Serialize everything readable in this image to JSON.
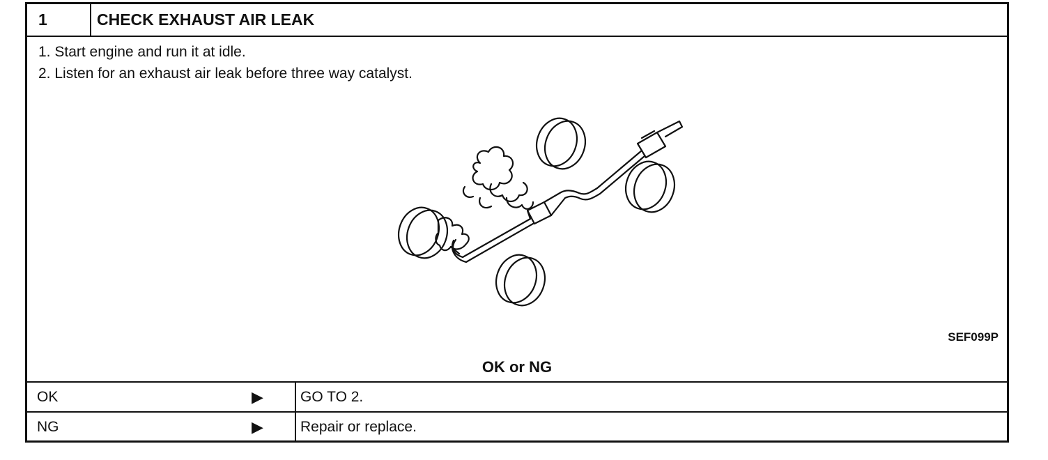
{
  "step": {
    "number": "1",
    "title": "CHECK EXHAUST AIR LEAK"
  },
  "instructions": [
    "1.  Start engine and run it at idle.",
    "2.  Listen for an exhaust air leak before three way catalyst."
  ],
  "figure": {
    "code": "SEF099P",
    "description_icon": "exhaust-leak-illustration"
  },
  "result_prompt": "OK or NG",
  "results": [
    {
      "label": "OK",
      "arrow": "▶",
      "action": "GO TO 2."
    },
    {
      "label": "NG",
      "arrow": "▶",
      "action": "Repair or replace."
    }
  ]
}
